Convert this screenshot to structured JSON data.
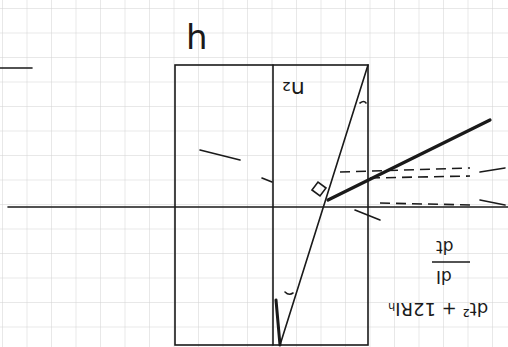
{
  "diagram": {
    "labels": [
      "h",
      "n₂",
      "dt",
      "dI",
      "dt² + 12RIₕ"
    ]
  }
}
